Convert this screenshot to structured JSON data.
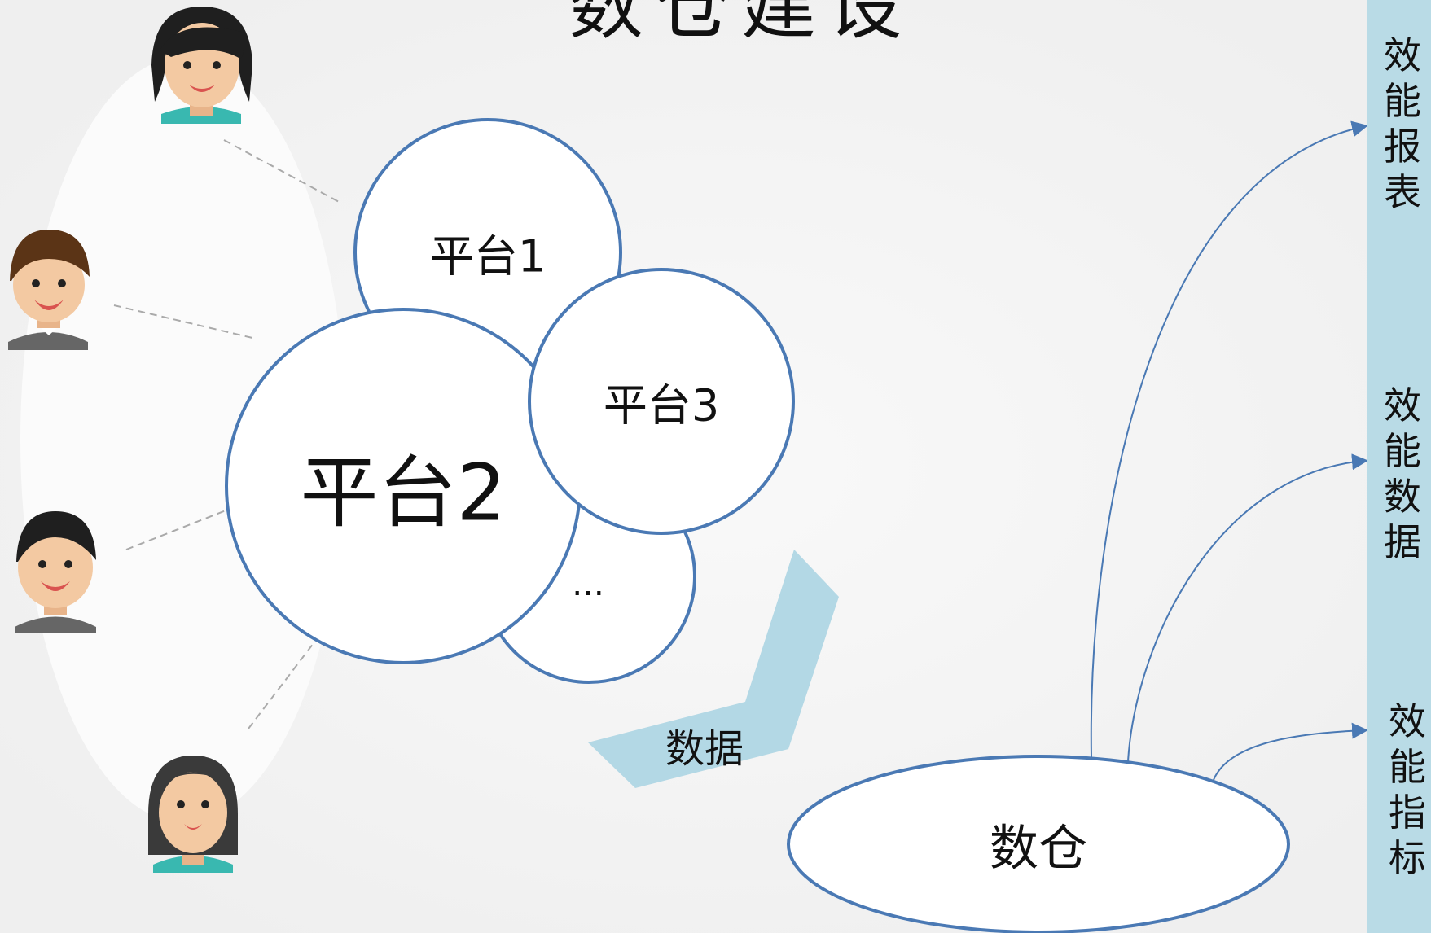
{
  "title": "数仓建设",
  "platforms": {
    "p1": "平台1",
    "p2": "平台2",
    "p3": "平台3",
    "more": "…"
  },
  "arrow_label": "数据",
  "warehouse": "数仓",
  "outputs": [
    "效能报表",
    "效能数据",
    "效能指标"
  ],
  "colors": {
    "circle_stroke": "#4a79b4",
    "arrow_fill": "#b3d8e5",
    "sidebar": "#b9dbe6",
    "background": "#f3f3f3"
  },
  "people_icons": [
    "woman-avatar-icon",
    "man-avatar-icon",
    "man-avatar-icon",
    "woman-avatar-icon"
  ]
}
